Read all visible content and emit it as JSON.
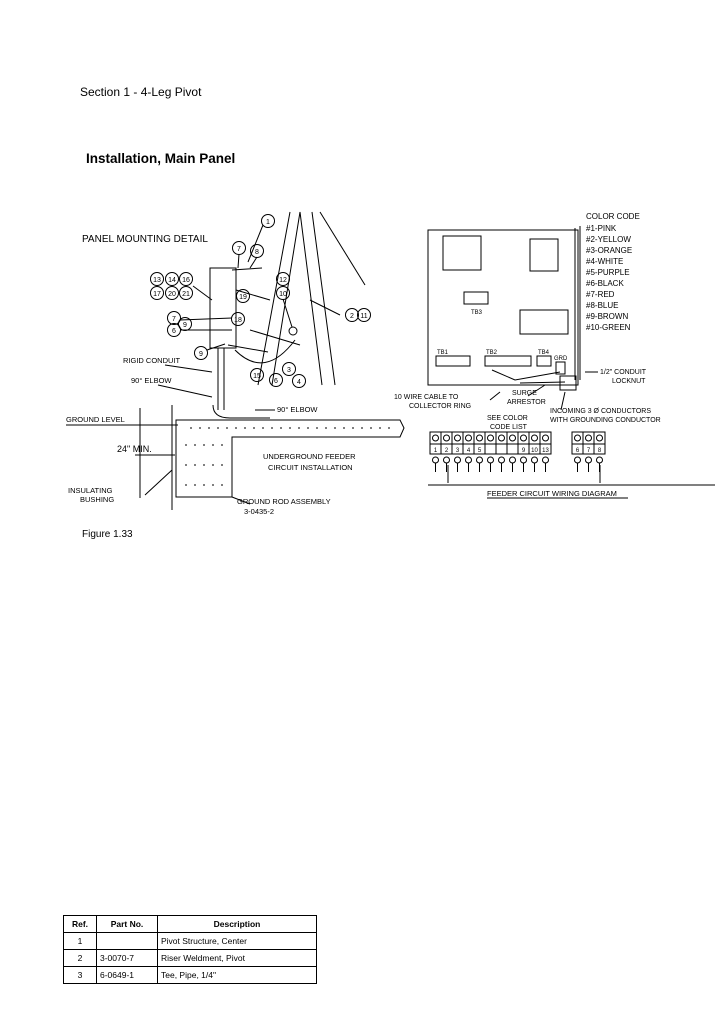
{
  "header": {
    "section": "Section 1 - 4-Leg Pivot",
    "title": "Installation, Main Panel"
  },
  "figure": {
    "panel_title": "PANEL MOUNTING DETAIL",
    "labels": {
      "rigid_conduit": "RIGID CONDUIT",
      "elbow_a": "90° ELBOW",
      "elbow_b": "90° ELBOW",
      "ground_level": "GROUND LEVEL",
      "depth": "24\" MIN.",
      "insulating": "INSULATING",
      "bushing": "BUSHING",
      "underground_feeder": "UNDERGROUND FEEDER",
      "circuit_installation": "CIRCUIT INSTALLATION",
      "ground_rod": "GROUND ROD ASSEMBLY",
      "ground_rod_part": "3-0435-2",
      "caption": "Figure 1.33"
    },
    "callouts": [
      "1",
      "7",
      "8",
      "13",
      "14",
      "16",
      "17",
      "20",
      "21",
      "12",
      "10",
      "19",
      "2",
      "11",
      "7",
      "9",
      "6",
      "18",
      "9",
      "15",
      "3",
      "6",
      "4"
    ],
    "wiring": {
      "color_code_title": "COLOR CODE",
      "colors": [
        "#1-PINK",
        "#2-YELLOW",
        "#3-ORANGE",
        "#4-WHITE",
        "#5-PURPLE",
        "#6-BLACK",
        "#7-RED",
        "#8-BLUE",
        "#9-BROWN",
        "#10-GREEN"
      ],
      "tb1": "TB1",
      "tb2": "TB2",
      "tb3": "TB3",
      "tb4": "TB4",
      "grd": "GRD",
      "conduit_a": "1/2\" CONDUIT",
      "conduit_b": "LOCKNUT",
      "cable_a": "10 WIRE CABLE TO",
      "cable_b": "COLLECTOR RING",
      "surge_a": "SURGE",
      "surge_b": "ARRESTOR",
      "see_a": "SEE COLOR",
      "see_b": "CODE LIST",
      "incoming_a": "INCOMING 3 Ø CONDUCTORS",
      "incoming_b": "WITH GROUNDING CONDUCTOR",
      "terminals_left": [
        "1",
        "2",
        "3",
        "4",
        "5",
        "",
        "",
        "",
        "9",
        "10",
        "13"
      ],
      "terminals_right": [
        "6",
        "7",
        "8"
      ],
      "diagram_title": "FEEDER CIRCUIT WIRING DIAGRAM"
    }
  },
  "parts_table": {
    "headers": [
      "Ref.",
      "Part No.",
      "Description"
    ],
    "rows": [
      {
        "ref": "1",
        "part": "",
        "desc": "Pivot Structure, Center"
      },
      {
        "ref": "2",
        "part": "3-0070-7",
        "desc": "Riser Weldment, Pivot"
      },
      {
        "ref": "3",
        "part": "6-0649-1",
        "desc": "Tee, Pipe, 1/4\""
      }
    ]
  }
}
